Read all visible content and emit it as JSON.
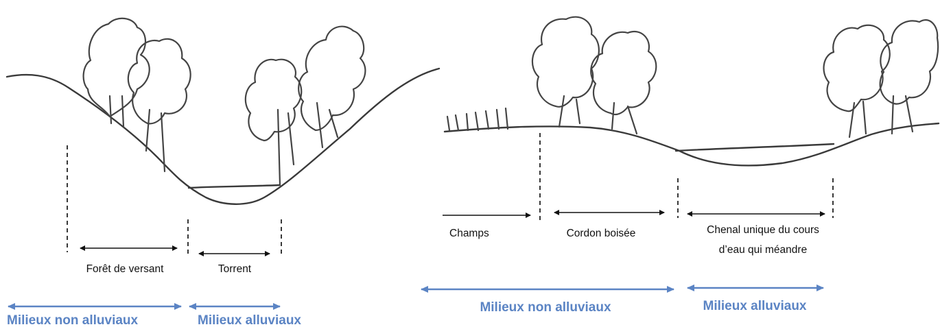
{
  "left_panel": {
    "label_foret": "Forêt de versant",
    "label_torrent": "Torrent",
    "zone_non_alluviaux": "Milieux non alluviaux",
    "zone_alluviaux": "Milieux alluviaux"
  },
  "right_panel": {
    "label_champs": "Champs",
    "label_cordon": "Cordon boisée",
    "label_chenal_line1": "Chenal unique du cours",
    "label_chenal_line2": "d’eau qui méandre",
    "zone_non_alluviaux": "Milieux non alluviaux",
    "zone_alluviaux": "Milieux alluviaux"
  },
  "colors": {
    "sketch": "#3a3a3a",
    "zone_blue": "#5b84c4",
    "text": "#111111"
  }
}
